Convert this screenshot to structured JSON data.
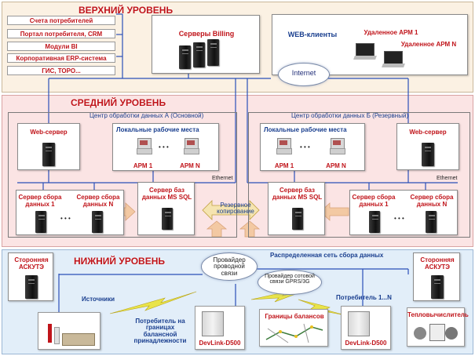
{
  "levels": {
    "top": "ВЕРХНИЙ УРОВЕНЬ",
    "middle": "СРЕДНИЙ УРОВЕНЬ",
    "bottom": "НИЖНИЙ УРОВЕНЬ"
  },
  "top": {
    "menu": [
      "Счета потребителей",
      "Портал потребителя, CRM",
      "Модули BI",
      "Корпоративная ERP-система",
      "ГИС, ТОРО..."
    ],
    "billing": "Серверы Billing",
    "web_clients": "WEB-клиенты",
    "remote1": "Удаленное АРМ 1",
    "remoteN": "Удаленное АРМ N",
    "internet": "Internet"
  },
  "middle": {
    "dcA": "Центр обработки данных А (Основной)",
    "dcB": "Центр обработки данных Б (Резервный)",
    "web_server": "Web-сервер",
    "local_ws": "Локальные рабочие места",
    "arm1": "АРМ 1",
    "armN": "АРМ N",
    "ethernet": "Ethernet",
    "collector1": "Сервер сбора данных 1",
    "collectorN": "Сервер сбора данных N",
    "db_server": "Сервер баз данных MS SQL",
    "backup": "Резервное копирование",
    "dots": "• • •"
  },
  "bottom": {
    "provider_wired": "Провайдер проводной связи",
    "distributed": "Распределенная сеть сбора данных",
    "provider_cell": "Провайдер сотовой связи GPRS/3G",
    "third_party": "Сторонняя АСКУТЭ",
    "sources": "Источники",
    "consumer_boundary": "Потребитель на границах балансной принадлежности",
    "balance_bounds": "Границы балансов",
    "consumer_n": "Потребитель 1...N",
    "heat_meter": "Тепловычислитель",
    "devlink": "DevLink-D500"
  },
  "colors": {
    "top_bg": "#fbf1e3",
    "mid_bg": "#fbe5e5",
    "bot_bg": "#e2eef9",
    "accent_red": "#c0141a",
    "accent_blue": "#1a3f8f",
    "line_blue": "#2a4fb8"
  }
}
